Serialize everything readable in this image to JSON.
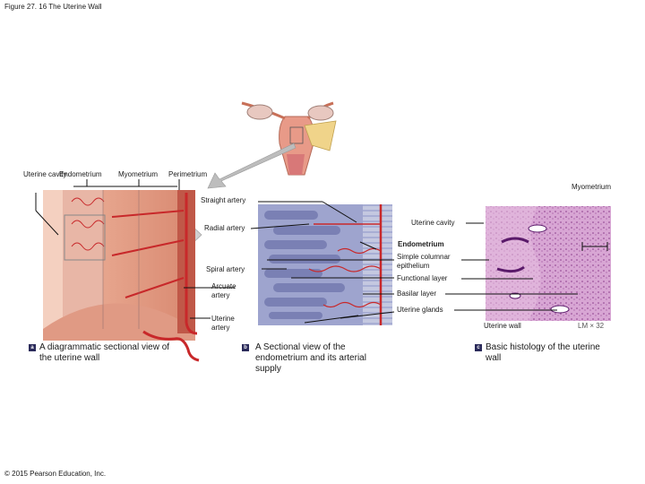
{
  "figure_title": "Figure 27. 16 The Uterine Wall",
  "labels_a": {
    "uterine_cavity": "Uterine cavity",
    "endometrium": "Endometrium",
    "myometrium": "Myometrium",
    "perimetrium": "Perimetrium"
  },
  "labels_b": {
    "straight_artery": "Straight artery",
    "radial_artery": "Radial artery",
    "spiral_artery": "Spiral artery",
    "arcuate_artery": "Arcuate artery",
    "uterine_artery": "Uterine artery",
    "uterine_cavity": "Uterine cavity",
    "endometrium": "Endometrium",
    "simple_columnar": "Simple columnar epithelium",
    "functional_layer": "Functional layer",
    "basilar_layer": "Basilar layer",
    "uterine_glands": "Uterine glands"
  },
  "labels_c": {
    "myometrium": "Myometrium",
    "uterine_wall": "Uterine wall",
    "magnification": "LM × 32"
  },
  "captions": {
    "a_badge": "a",
    "a_text": "A diagrammatic sectional view of the uterine wall",
    "b_badge": "b",
    "b_text": "A Sectional view of the endometrium and its arterial supply",
    "c_badge": "c",
    "c_text": "Basic histology of the uterine wall"
  },
  "copyright": "© 2015 Pearson Education, Inc.",
  "colors": {
    "muscle": "#e8a088",
    "muscle_dark": "#c87058",
    "artery": "#c8282a",
    "endometrium_tissue": "#9aa0c8",
    "histology_bg": "#d8a0d0",
    "histology_dark": "#8a3a8a",
    "arrow_gray": "#b8b8b8"
  }
}
